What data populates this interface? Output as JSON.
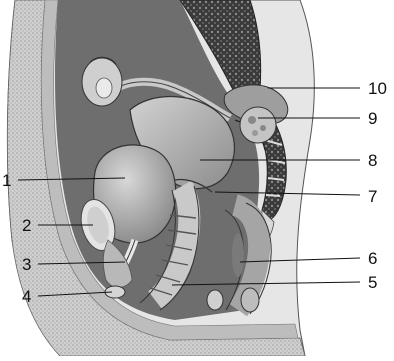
{
  "figure": {
    "callouts": [
      {
        "id": "1",
        "text": "1"
      },
      {
        "id": "2",
        "text": "2"
      },
      {
        "id": "3",
        "text": "3"
      },
      {
        "id": "4",
        "text": "4"
      },
      {
        "id": "5",
        "text": "5"
      },
      {
        "id": "6",
        "text": "6"
      },
      {
        "id": "7",
        "text": "7"
      },
      {
        "id": "8",
        "text": "8"
      },
      {
        "id": "9",
        "text": "9"
      },
      {
        "id": "10",
        "text": "10"
      }
    ]
  },
  "colors": {
    "skin": "#cfcfcf",
    "cavity": "#6e6e6e",
    "organ": "#b5b5b5",
    "bone": "#e2e2e2",
    "line": "#111111"
  }
}
